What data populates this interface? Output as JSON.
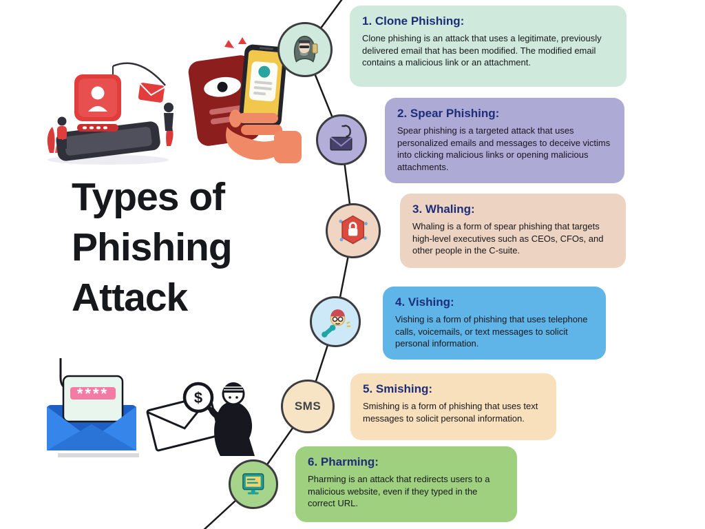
{
  "title": {
    "line1": "Types of",
    "line2": "Phishing",
    "line3": "Attack",
    "full": "Types of Phishing Attack"
  },
  "items": [
    {
      "heading": "1. Clone Phishing:",
      "body": "Clone phishing is an attack that uses a legitimate, previously delivered email that has been modified. The modified email contains a malicious link or an attachment.",
      "card_color": "#cfeadc",
      "circle_color": "#cfeadc",
      "icon": "hacker-spy-icon"
    },
    {
      "heading": "2. Spear Phishing:",
      "body": "Spear phishing is a targeted attack that uses personalized emails and messages to deceive victims into clicking malicious links or opening malicious attachments.",
      "card_color": "#aeaad6",
      "circle_color": "#b2aed9",
      "icon": "envelope-hook-icon"
    },
    {
      "heading": "3. Whaling:",
      "body": "Whaling is a form of spear phishing that targets high-level executives such as CEOs, CFOs, and other people in the C-suite.",
      "card_color": "#edd3c1",
      "circle_color": "#efd5c2",
      "icon": "shield-lock-icon"
    },
    {
      "heading": "4. Vishing:",
      "body": "Vishing is a form of phishing that uses telephone calls, voicemails, or text messages to solicit personal information.",
      "card_color": "#5fb4e8",
      "circle_color": "#cde9f8",
      "icon": "caller-phone-icon"
    },
    {
      "heading": "5. Smishing:",
      "body": "Smishing is a form of phishing that uses text messages to solicit personal information.",
      "card_color": "#f7e0bb",
      "circle_color": "#f7e4c4",
      "icon": "sms-text-icon",
      "icon_text": "SMS"
    },
    {
      "heading": "6. Pharming:",
      "body": "Pharming is an attack that redirects users to a malicious website, even if they typed in the correct URL.",
      "card_color": "#9ed07f",
      "circle_color": "#a6d48b",
      "icon": "computer-monitor-icon"
    }
  ],
  "colors": {
    "background": "#ffffff",
    "heading_text": "#1d2d78",
    "body_text": "#17171c",
    "title_text": "#17181c",
    "timeline_line": "#1a1a1a"
  },
  "illustrations": {
    "top_left": "credential-phishing-scene",
    "top_middle": "hand-holding-phone-with-eye-card",
    "bottom_left": "password-envelope-with-hook",
    "bottom_left_password_text": "****",
    "bottom_middle": "hacker-magnifier-envelope",
    "bottom_middle_magnifier_text": "$"
  }
}
